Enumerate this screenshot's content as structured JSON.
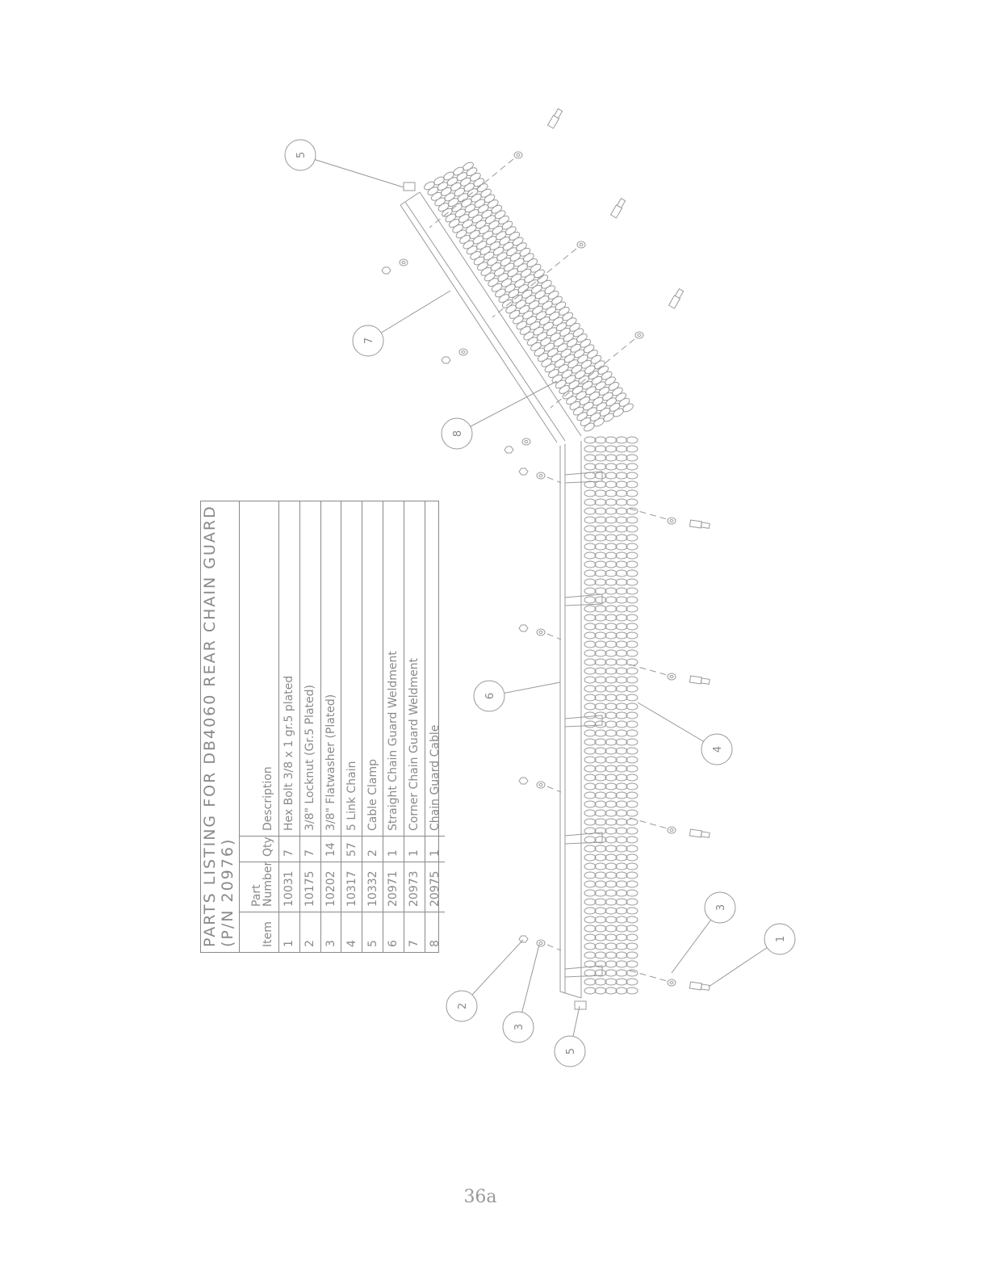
{
  "parts_table": {
    "title": "PARTS LISTING FOR DB4060 REAR CHAIN GUARD (P/N 20976)",
    "columns": [
      "Item",
      "Part Number",
      "Qty",
      "Description"
    ],
    "rows": [
      {
        "item": "1",
        "part": "10031",
        "qty": "7",
        "desc": "Hex Bolt 3/8 x 1 gr.5 plated"
      },
      {
        "item": "2",
        "part": "10175",
        "qty": "7",
        "desc": "3/8\" Locknut (Gr.5 Plated)"
      },
      {
        "item": "3",
        "part": "10202",
        "qty": "14",
        "desc": "3/8\" Flatwasher (Plated)"
      },
      {
        "item": "4",
        "part": "10317",
        "qty": "57",
        "desc": "5 Link Chain"
      },
      {
        "item": "5",
        "part": "10332",
        "qty": "2",
        "desc": "Cable Clamp"
      },
      {
        "item": "6",
        "part": "20971",
        "qty": "1",
        "desc": "Straight Chain Guard Weldment"
      },
      {
        "item": "7",
        "part": "20973",
        "qty": "1",
        "desc": "Corner Chain Guard Weldment"
      },
      {
        "item": "8",
        "part": "20975",
        "qty": "1",
        "desc": "Chain Guard Cable"
      }
    ]
  },
  "callouts": [
    "5",
    "7",
    "8",
    "6",
    "4",
    "3",
    "1",
    "2",
    "3",
    "5"
  ],
  "page_number": "36a"
}
